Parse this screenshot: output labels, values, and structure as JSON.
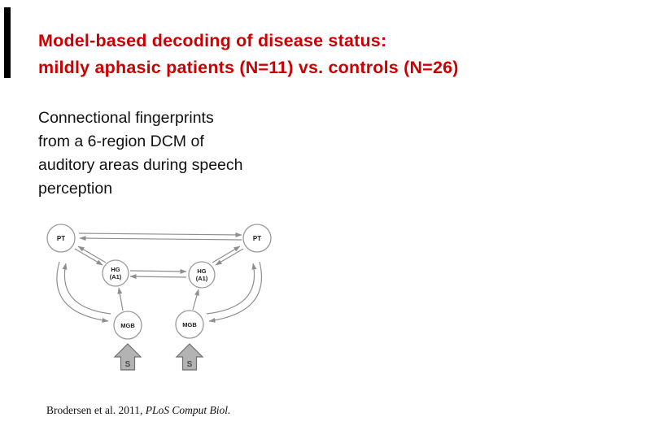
{
  "slide": {
    "title": {
      "line1": "Model-based decoding of disease status:",
      "line2": "mildly aphasic patients (N=11) vs. controls (N=26)",
      "color": "#cc0000"
    },
    "body": {
      "lines": [
        "Connectional fingerprints",
        "from a 6-region DCM of",
        "auditory areas during speech",
        "perception"
      ],
      "color": "#111111"
    },
    "citation": {
      "regular": "Brodersen et al. 2011, ",
      "italic": "PLoS Comput Biol."
    },
    "accent_bar_color": "#000000"
  },
  "diagram": {
    "description": "6-region DCM of auditory areas: bilateral MGB, HG (A1) and PT nodes with reciprocal connections and driving input S to both MGB",
    "stroke_color": "#8e8e8e",
    "node_border_color": "#9a9a9a",
    "node_fill": "#ffffff",
    "node_text_color": "#1a1a1a",
    "s_arrow_fill": "#b3b3b3",
    "s_arrow_border": "#6f6f6f",
    "s_text_color": "#4a4a4a",
    "nodes": [
      {
        "id": "pt-left",
        "label": "PT"
      },
      {
        "id": "pt-right",
        "label": "PT"
      },
      {
        "id": "hg-left",
        "label": "HG",
        "sublabel": "(A1)"
      },
      {
        "id": "hg-right",
        "label": "HG",
        "sublabel": "(A1)"
      },
      {
        "id": "mgb-left",
        "label": "MGB"
      },
      {
        "id": "mgb-right",
        "label": "MGB"
      }
    ],
    "connections": [
      "PT-left <-> PT-right",
      "PT-left <-> HG-left",
      "PT-right <-> HG-right",
      "HG-left <-> HG-right",
      "MGB-left -> HG-left",
      "MGB-right -> HG-right",
      "PT-left <-> MGB-left (curved)",
      "PT-right <-> MGB-right (curved)"
    ],
    "inputs": [
      {
        "id": "s-left",
        "label": "S",
        "target": "mgb-left"
      },
      {
        "id": "s-right",
        "label": "S",
        "target": "mgb-right"
      }
    ]
  }
}
